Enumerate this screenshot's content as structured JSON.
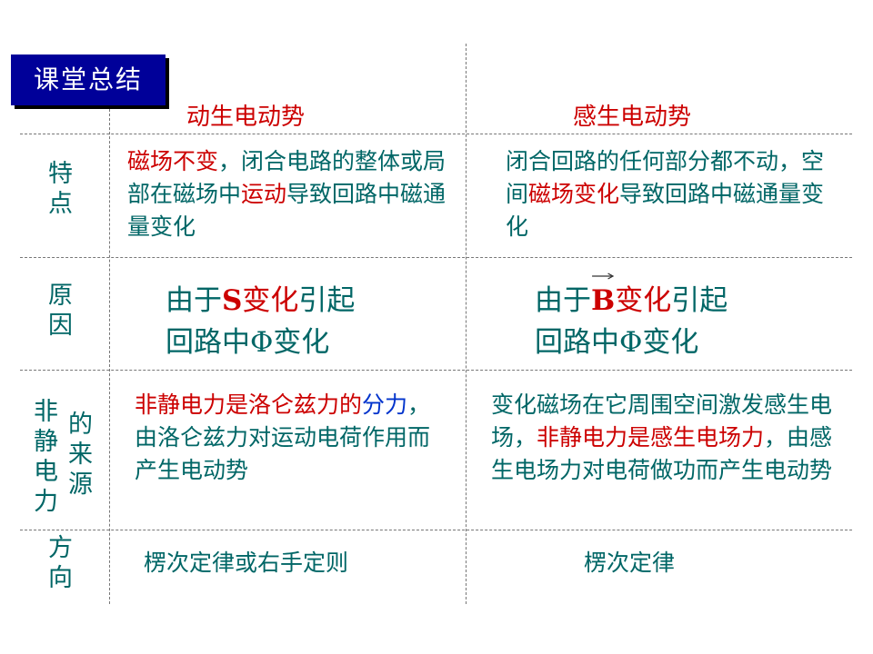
{
  "badge": "课堂总结",
  "headers": {
    "motional": "动生电动势",
    "induced": "感生电动势"
  },
  "rows": {
    "feature": {
      "label": "特点",
      "motional": {
        "p1": "磁场不变",
        "p2": "，闭合电路的整体或局部在磁场中",
        "p3": "运动",
        "p4": "导致回路中磁通量变化"
      },
      "induced": {
        "p1": "闭合回路的任何部分都不动，空间",
        "p2": "磁场变化",
        "p3": "导致回路中磁通量变化"
      }
    },
    "cause": {
      "label": "原因",
      "motional": {
        "p1": "由于",
        "p2": "S",
        "p3": "变化",
        "p4": "引起",
        "line2": "回路中Φ变化"
      },
      "induced": {
        "p1": "由于",
        "p2": "B",
        "p3": "变化",
        "p4": "引起",
        "line2": "回路中Φ变化"
      }
    },
    "source": {
      "label_left": "非静电力",
      "label_right": "的来源",
      "motional": {
        "p1": "非静电力是洛仑兹力的",
        "p2": "分力",
        "p3": "，由洛仑兹力对运动电荷作用而产生电动势"
      },
      "induced": {
        "p1": "变化磁场在它周围空间激发感生电场，",
        "p2": "非静电力是感生电场力",
        "p3": "，由感生电场力对电荷做功而产生电动势"
      }
    },
    "direction": {
      "label": "方向",
      "motional": "楞次定律或右手定则",
      "induced": "楞次定律"
    }
  },
  "colors": {
    "accent": "#cc0000",
    "text": "#006666",
    "badge_bg": "#000099"
  }
}
